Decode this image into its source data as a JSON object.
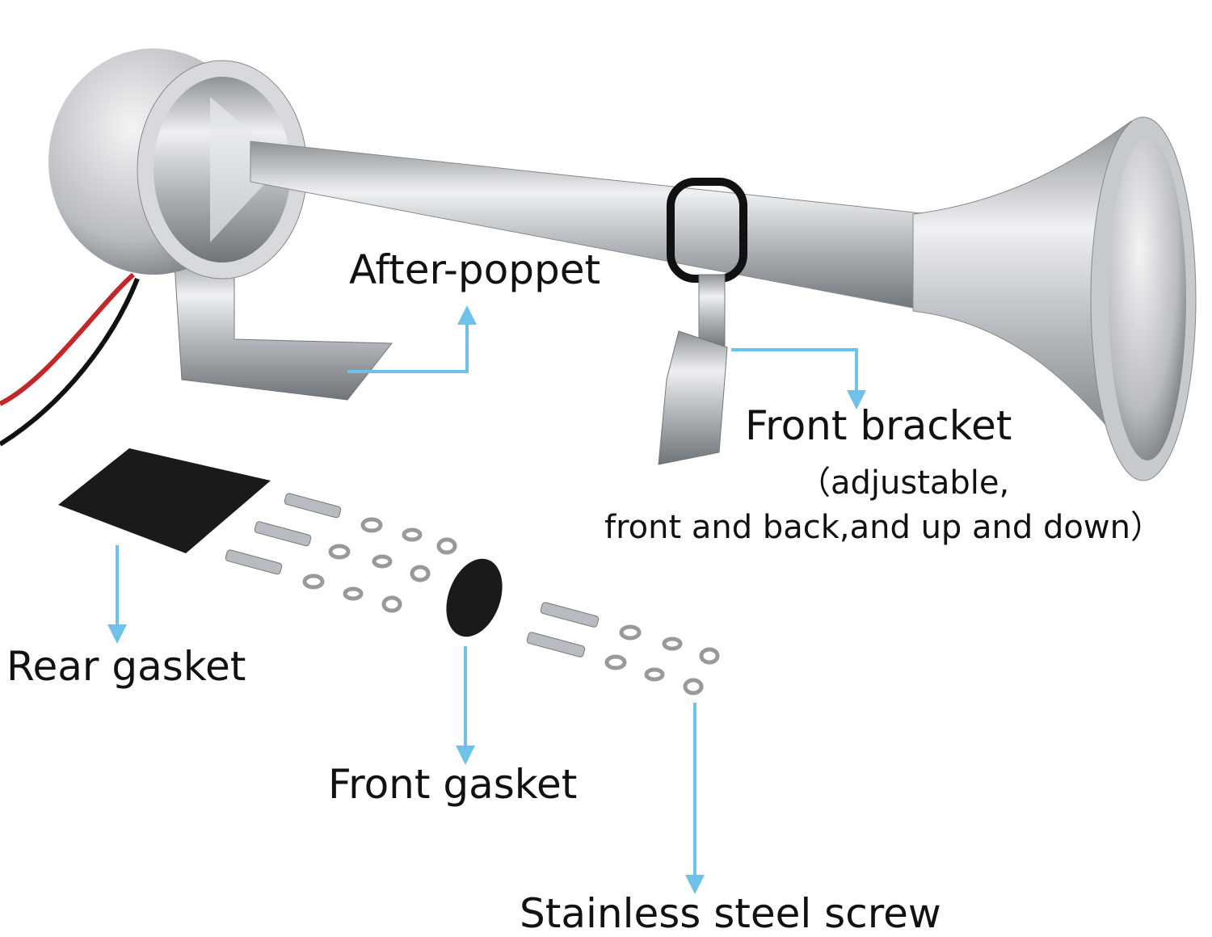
{
  "labels": {
    "after_poppet": "After-poppet",
    "front_bracket": "Front bracket",
    "front_bracket_note_1": "（adjustable,",
    "front_bracket_note_2": "front and back,and up and down）",
    "rear_gasket": "Rear gasket",
    "front_gasket": "Front gasket",
    "stainless_screw": "Stainless steel screw"
  },
  "colors": {
    "arrow": "#6ec1e8",
    "metal": "#c9ccd0",
    "gasket": "#1a1a1a"
  }
}
